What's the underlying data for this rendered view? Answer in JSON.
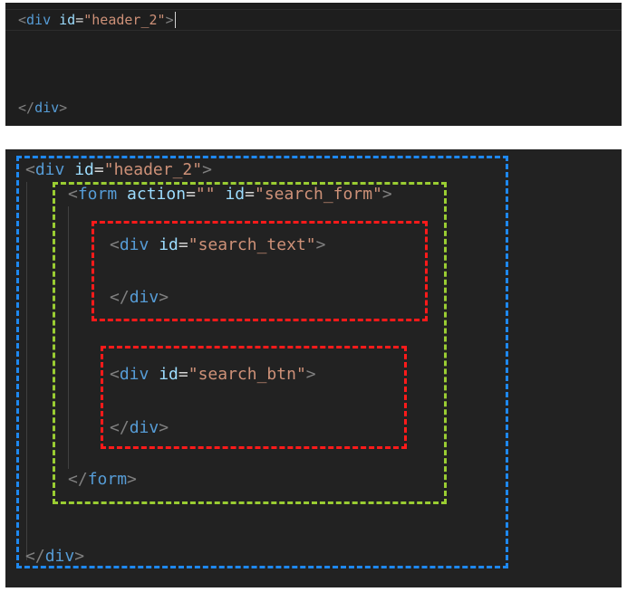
{
  "top_panel": {
    "open_line": {
      "open_angle": "<",
      "tag": "div",
      "attr": "id",
      "eq": "=",
      "value": "\"header_2\"",
      "close_angle": ">"
    },
    "close_line": {
      "open_angle": "</",
      "tag": "div",
      "close_angle": ">"
    }
  },
  "bottom_panel": {
    "header_open": {
      "open_angle": "<",
      "tag": "div",
      "attr": "id",
      "eq": "=",
      "value": "\"header_2\"",
      "close_angle": ">"
    },
    "form_open": {
      "open_angle": "<",
      "tag": "form",
      "attr1": "action",
      "eq1": "=",
      "value1": "\"\"",
      "attr2": "id",
      "eq2": "=",
      "value2": "\"search_form\"",
      "close_angle": ">"
    },
    "search_text_open": {
      "open_angle": "<",
      "tag": "div",
      "attr": "id",
      "eq": "=",
      "value": "\"search_text\"",
      "close_angle": ">"
    },
    "search_text_close": {
      "open_angle": "</",
      "tag": "div",
      "close_angle": ">"
    },
    "search_btn_open": {
      "open_angle": "<",
      "tag": "div",
      "attr": "id",
      "eq": "=",
      "value": "\"search_btn\"",
      "close_angle": ">"
    },
    "search_btn_close": {
      "open_angle": "</",
      "tag": "div",
      "close_angle": ">"
    },
    "form_close": {
      "open_angle": "</",
      "tag": "form",
      "close_angle": ">"
    },
    "header_close": {
      "open_angle": "</",
      "tag": "div",
      "close_angle": ">"
    }
  },
  "colors": {
    "bracket": "#808080",
    "tag": "#569cd6",
    "attribute": "#9cdcfe",
    "string": "#ce9178",
    "outline_header": "#1e88f0",
    "outline_form": "#9acd32",
    "outline_inner": "#ff1a1a"
  }
}
